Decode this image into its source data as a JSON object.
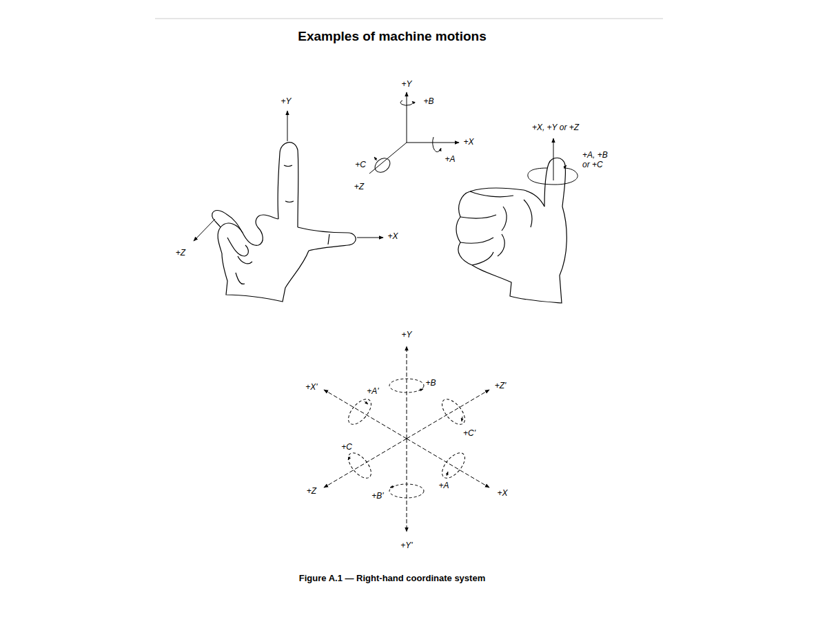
{
  "diagram": {
    "title": "Examples of machine motions",
    "caption": "Figure A.1 — Right-hand coordinate system",
    "labels": [
      "+Y",
      "+Z",
      "+X",
      "+Y",
      "+B",
      "+X",
      "+A",
      "+C",
      "+Z",
      "+X, +Y or +Z",
      "+A, +B or +C",
      "+Y",
      "+X'",
      "+A'",
      "+B",
      "+Z'",
      "+C'",
      "+C",
      "+A",
      "+Z",
      "+B'",
      "+X",
      "+Y'"
    ]
  }
}
